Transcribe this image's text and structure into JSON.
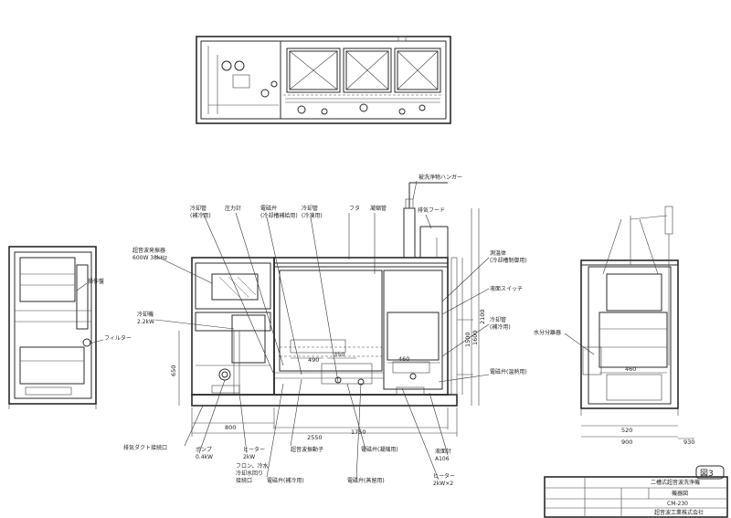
{
  "drawing": {
    "sheet_mark": "図3",
    "title_block": {
      "title_line1": "二槽式超音波洗浄機",
      "title_line2": "機器図",
      "drawing_no": "CM-230",
      "company": "超音波工業株式会社"
    }
  },
  "labels": {
    "reizai_kan_top": "冷却管",
    "reizai_kan_top_sub": "(補冷用)",
    "atsuryokukei": "圧力計",
    "denjiben_top": "電磁弁",
    "denjiben_top_sub": "(冷却槽補給用)",
    "reizai_kan2": "冷却管",
    "reizai_kan2_sub": "(冷凍用)",
    "futa": "フタ",
    "gyoshukukan": "凝縮管",
    "kanki_hood": "排気フード",
    "hanger": "被洗浄物ハンガー",
    "ultrasonic_gen": "超音波発振器",
    "ultrasonic_gen_sub": "600W 38kHz",
    "reitoki": "冷却機",
    "reitoki_sub": "2.2kW",
    "sokuontai": "測温体",
    "sokuontai_sub": "(冷却槽制御用)",
    "ekimen_switch": "液面スイッチ",
    "reizai_kan_r": "冷却管",
    "reizai_kan_r_sub": "(補冷用)",
    "denjiben_r": "電磁弁(温熱用)",
    "ekimenkei": "液面計",
    "ekimenkei_sub": "A106",
    "heater_r": "ヒーター",
    "heater_r_sub": "2kW×2",
    "haiki_duct": "排気ダクト接続口",
    "pump": "ポンプ",
    "pump_sub": "0.4kW",
    "heater_c": "ヒーター",
    "heater_c_sub": "2kW",
    "pipe_note1": "フロン、冷水",
    "pipe_note2": "冷却水回り",
    "pipe_note3": "接続口",
    "chouon_shindoushi": "超音波振動子",
    "denjiben_b1": "電磁弁(補冷用)",
    "denjiben_b2": "電磁弁(凝縮用)",
    "denjiben_b3": "電磁弁(蒸留用)",
    "sousa_ban": "操作盤",
    "filter": "フィルター",
    "mizuyu_bunriki": "水分分離器"
  },
  "dimensions": {
    "d800": "800",
    "d2550": "2550",
    "d1750": "1750",
    "d1600": "1600",
    "d1500": "1500",
    "d2100": "2100",
    "d650": "650",
    "d490": "490",
    "d350": "350",
    "d460a": "460",
    "d460b": "460",
    "d520": "520",
    "d900": "900",
    "d930": "930"
  }
}
